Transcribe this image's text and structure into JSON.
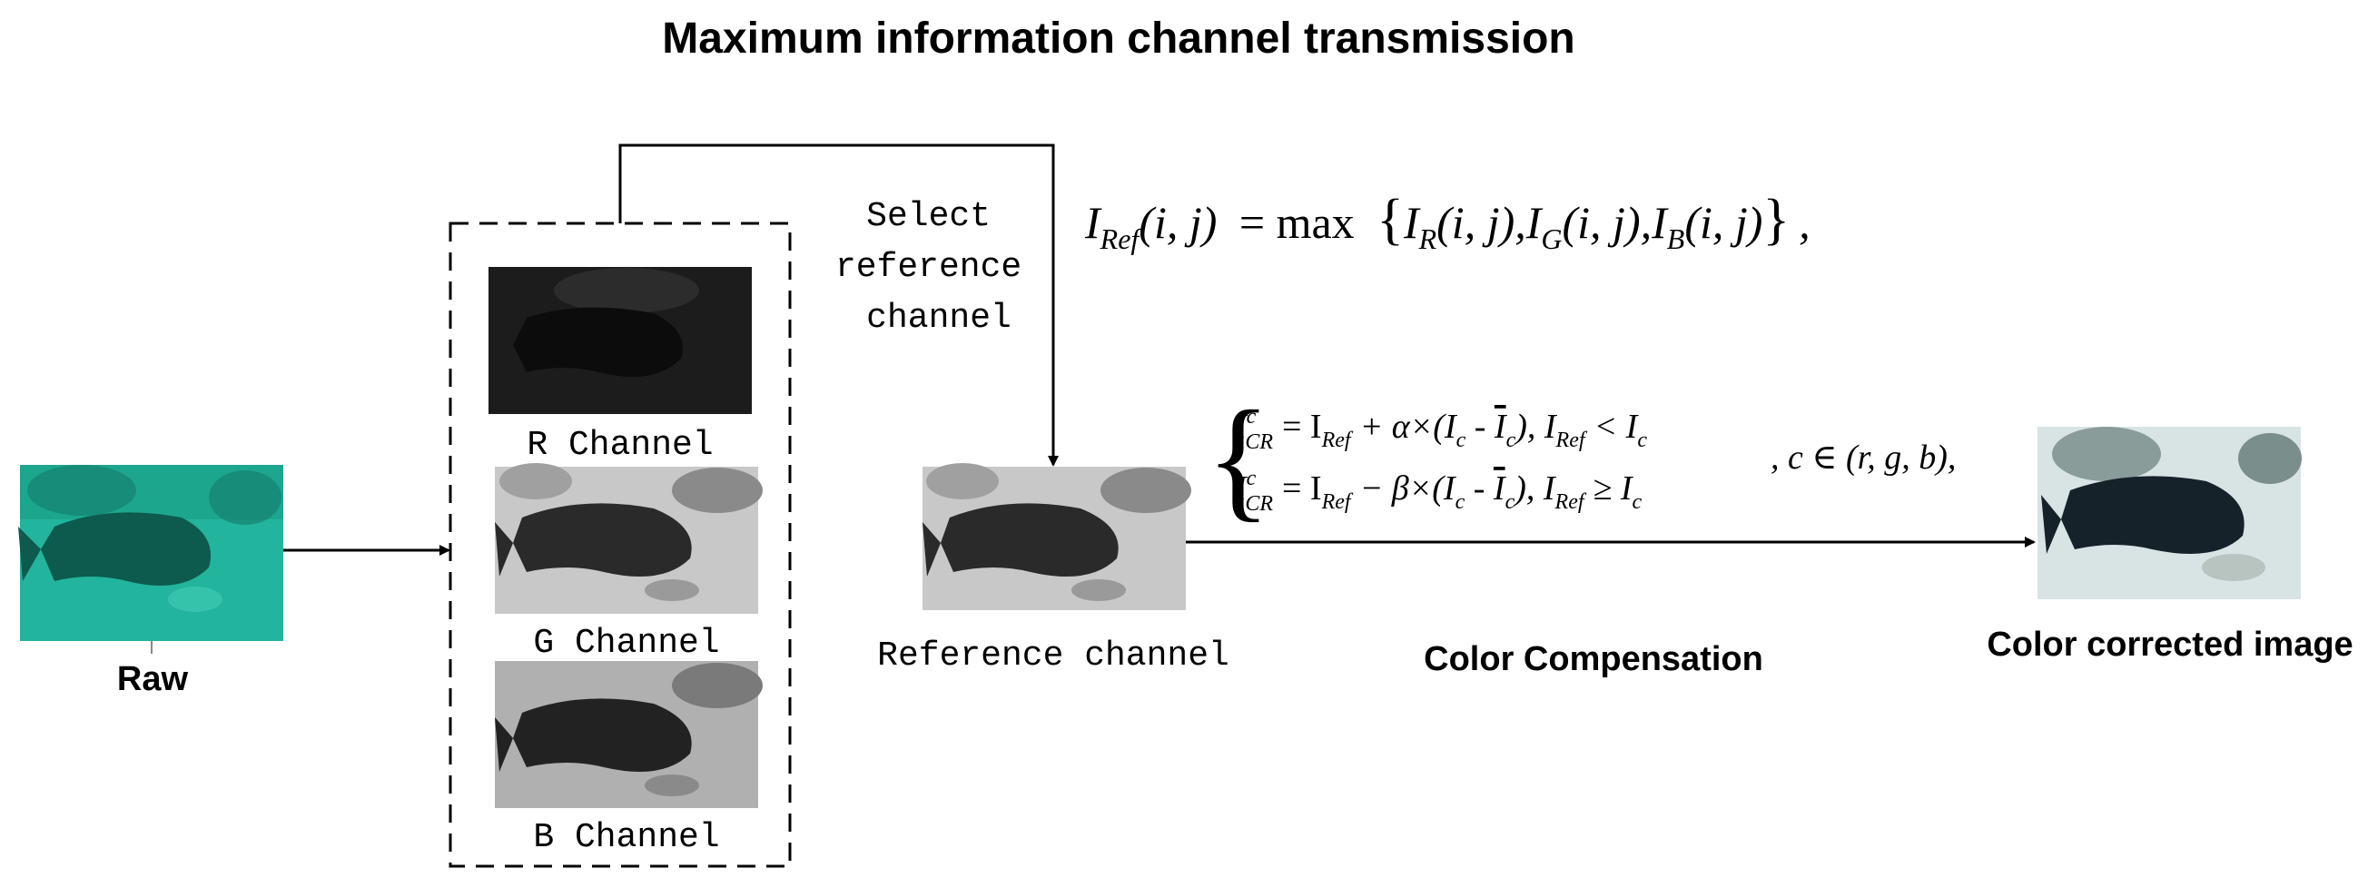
{
  "title": "Maximum information channel transmission",
  "raw_label": "Raw",
  "channels": [
    {
      "label": "R Channel"
    },
    {
      "label": "G Channel"
    },
    {
      "label": "B Channel"
    }
  ],
  "select_label": [
    "Select",
    "reference",
    "channel"
  ],
  "reference_label": "Reference channel",
  "compensation_label": "Color Compensation",
  "output_label": "Color corrected image",
  "formula_ref": {
    "lhs": "I",
    "lhs_sub": "Ref",
    "args": "(i, j)",
    "op": "= max",
    "set_open": "{",
    "terms": [
      {
        "base": "I",
        "sub": "R",
        "args": "(i, j),"
      },
      {
        "base": "I",
        "sub": "G",
        "args": "(i, j),"
      },
      {
        "base": "I",
        "sub": "B",
        "args": "(i, j)"
      }
    ],
    "set_close": "}",
    "trail": ","
  },
  "formula_cc": {
    "line1": {
      "lhs_sup": "c",
      "lhs_sub": "CR",
      "rhs": "= I",
      "ref": "Ref",
      "op": "+ α×(I",
      "c1": "c",
      "minus": " - ",
      "ibar": "I",
      "c2": "c",
      "tail": "), I",
      "ref2": "Ref",
      "cmp": "< I",
      "c3": "c"
    },
    "line2": {
      "lhs_sup": "c",
      "lhs_sub": "CR",
      "rhs": "= I",
      "ref": "Ref",
      "op": "− β×(I",
      "c1": "c",
      "minus": " - ",
      "ibar": "I",
      "c2": "c",
      "tail": "), I",
      "ref2": "Ref",
      "cmp": "≥ I",
      "c3": "c"
    },
    "condition": ", c ∈ (r, g, b),"
  },
  "colors": {
    "raw_bg": "#22b49c",
    "raw_dark": "#0d5a4e",
    "r_channel_bg": "#1c1c1c",
    "gray_light": "#c8c8c8",
    "gray_dark": "#2a2a2a",
    "output_bg": "#d8e4e4",
    "stroke": "#000000"
  }
}
